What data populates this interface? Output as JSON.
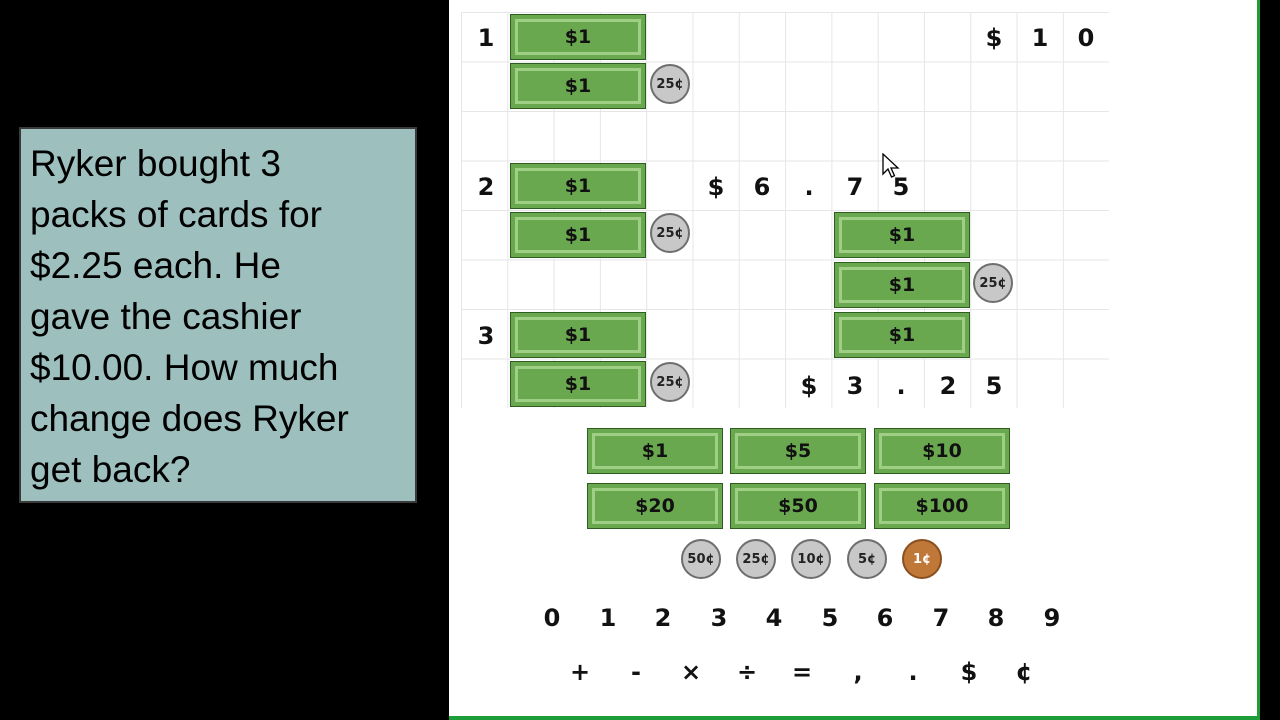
{
  "question": {
    "lines": [
      "Ryker bought 3",
      "packs of cards for",
      "$2.25 each. He",
      "gave the cashier",
      "$10.00. How much",
      "change does Ryker",
      "get back?"
    ]
  },
  "workspace": {
    "rows": [
      {
        "number": "1",
        "bills": [
          "$1",
          "$1"
        ],
        "coin": "25¢"
      },
      {
        "number": "2",
        "bills": [
          "$1",
          "$1"
        ],
        "coin": "25¢"
      },
      {
        "number": "3",
        "bills": [
          "$1",
          "$1"
        ],
        "coin": "25¢"
      }
    ],
    "paid_amount": [
      "$",
      "1",
      "0"
    ],
    "subtotal": [
      "$",
      "6",
      ".",
      "7",
      "5"
    ],
    "change_bills": [
      "$1",
      "$1",
      "$1"
    ],
    "change_coin": "25¢",
    "answer": [
      "$",
      "3",
      ".",
      "2",
      "5"
    ]
  },
  "palette": {
    "bills": [
      "$1",
      "$5",
      "$10",
      "$20",
      "$50",
      "$100"
    ],
    "coins": [
      "50¢",
      "25¢",
      "10¢",
      "5¢",
      "1¢"
    ],
    "digits": [
      "0",
      "1",
      "2",
      "3",
      "4",
      "5",
      "6",
      "7",
      "8",
      "9"
    ],
    "symbols": [
      "+",
      "-",
      "×",
      "÷",
      "=",
      ",",
      ".",
      "$",
      "¢"
    ]
  },
  "colors": {
    "bill_green": "#6aa84f",
    "question_bg": "#9dbfbe",
    "penny": "#c07838",
    "coin_silver": "#c8c8c8",
    "frame_green": "#1e9e3a"
  }
}
